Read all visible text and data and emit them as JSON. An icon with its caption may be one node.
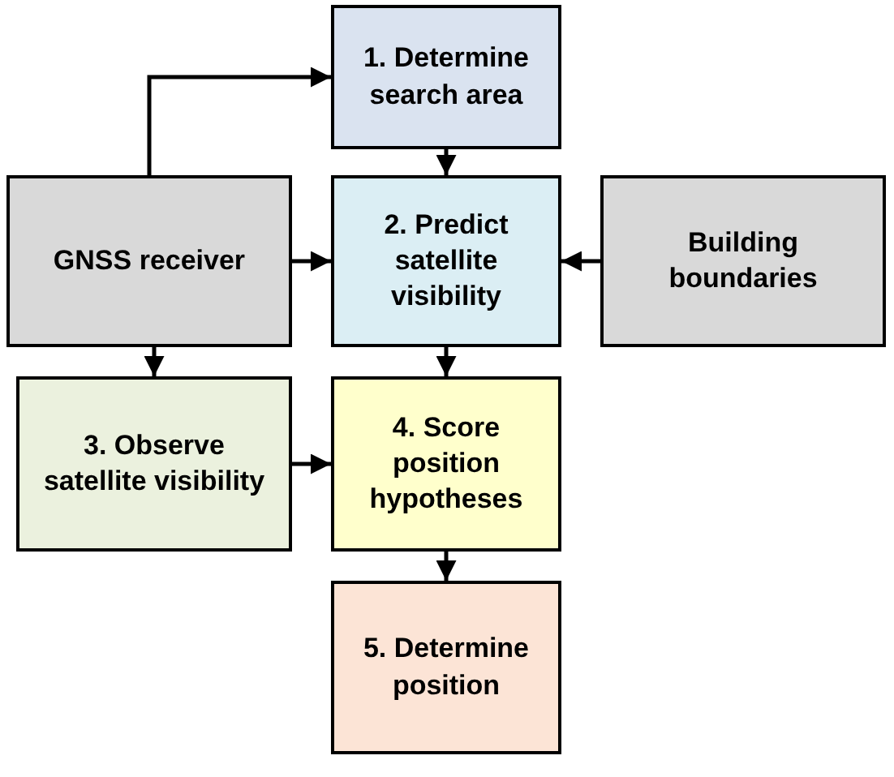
{
  "diagram": {
    "nodes": [
      {
        "text": [
          "1. Determine search area"
        ]
      },
      {
        "text": [
          "GNSS receiver"
        ]
      },
      {
        "text": [
          "2. Predict satellite visibility"
        ]
      },
      {
        "text": [
          "Building boundaries"
        ]
      },
      {
        "text": [
          "3. Observe satellite visibility"
        ]
      },
      {
        "text": [
          "4. Score position hypotheses"
        ]
      },
      {
        "text": [
          "5. Determine position"
        ]
      }
    ],
    "edges": [
      {
        "from": 1,
        "to": 0,
        "arrow": "to"
      },
      {
        "from": 0,
        "to": 2,
        "arrow": "to"
      },
      {
        "from": 1,
        "to": 2,
        "arrow": "to"
      },
      {
        "from": 3,
        "to": 2,
        "arrow": "to"
      },
      {
        "from": 1,
        "to": 4,
        "arrow": "to"
      },
      {
        "from": 2,
        "to": 5,
        "arrow": "to"
      },
      {
        "from": 4,
        "to": 5,
        "arrow": "to"
      },
      {
        "from": 5,
        "to": 6,
        "arrow": "to"
      }
    ]
  }
}
